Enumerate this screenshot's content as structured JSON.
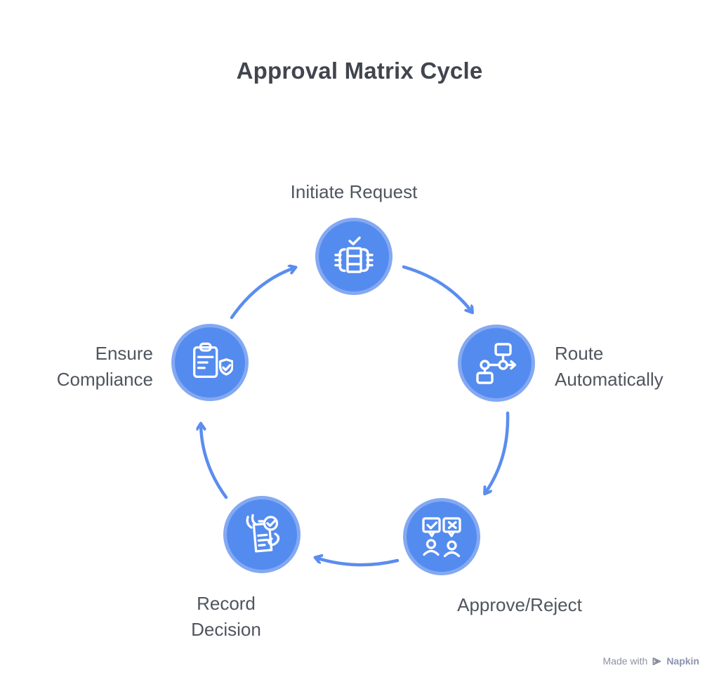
{
  "title": "Approval Matrix Cycle",
  "nodes": [
    {
      "id": "initiate-request",
      "label": "Initiate Request",
      "icon": "approval-matrix-icon"
    },
    {
      "id": "route-automatically",
      "label": "Route Automatically",
      "icon": "flowchart-route-icon"
    },
    {
      "id": "approve-reject",
      "label": "Approve/Reject",
      "icon": "approve-reject-chat-people-icon"
    },
    {
      "id": "record-decision",
      "label": "Record Decision",
      "icon": "record-decision-document-icon"
    },
    {
      "id": "ensure-compliance",
      "label": "Ensure Compliance",
      "icon": "compliance-clipboard-shield-icon"
    }
  ],
  "arrows": [
    {
      "from": "Initiate Request",
      "to": "Route Automatically"
    },
    {
      "from": "Route Automatically",
      "to": "Approve/Reject"
    },
    {
      "from": "Approve/Reject",
      "to": "Record Decision"
    },
    {
      "from": "Record Decision",
      "to": "Ensure Compliance"
    },
    {
      "from": "Ensure Compliance",
      "to": "Initiate Request"
    }
  ],
  "watermark": {
    "prefix": "Made with",
    "brand": "Napkin"
  },
  "colors": {
    "node_fill": "#548bef",
    "node_ring": "#84a9f2",
    "arrow": "#5b8def",
    "icon_stroke": "#ffffff",
    "title_text": "#40454e",
    "label_text": "#50555e",
    "watermark_text": "#8c92a0"
  }
}
